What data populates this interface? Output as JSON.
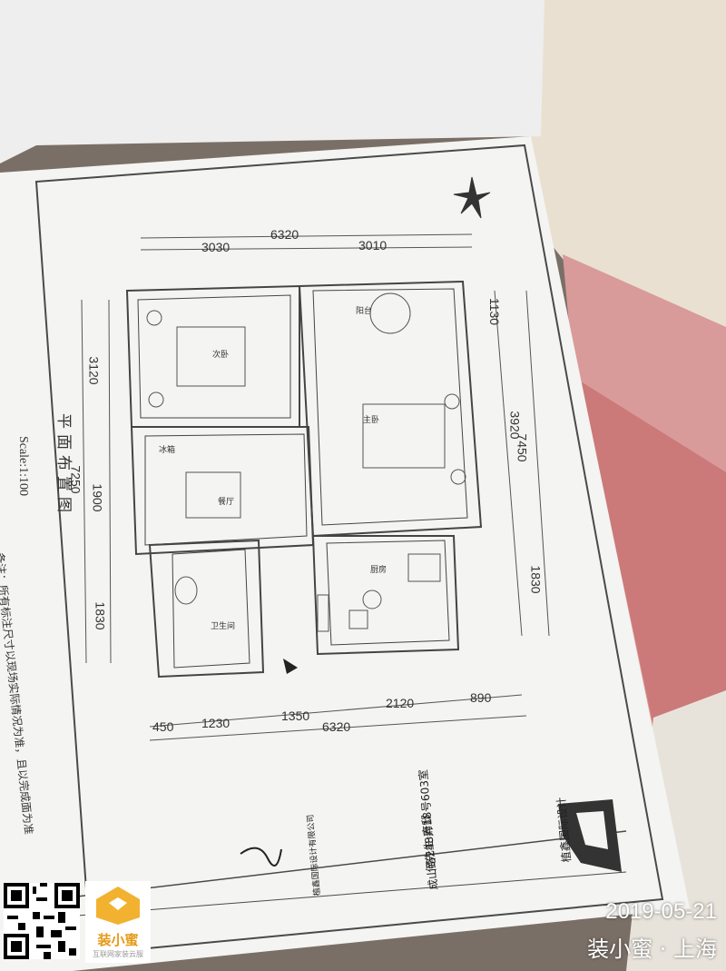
{
  "plan": {
    "title": "平面布置图",
    "scale": "Scale:1:100",
    "note": "备注：所有标注尺寸以现场实际情况为准，且以完成面为准",
    "top_dims": {
      "total": "6320",
      "left": "3030",
      "right": "3010"
    },
    "bottom_dims": {
      "a": "450",
      "b": "1230",
      "c": "1350",
      "d": "2120",
      "e": "890",
      "total": "6320"
    },
    "left_dims": {
      "total": "7250",
      "a": "3120",
      "b": "1900",
      "c": "1830"
    },
    "right_dims": {
      "total": "7450",
      "a": "1130",
      "b": "3920",
      "c": "1830"
    },
    "rooms": {
      "second_bedroom": "次卧",
      "master_bedroom": "主卧",
      "dining": "餐厅",
      "kitchen": "厨房",
      "bathroom": "卫生间",
      "fridge": "冰箱",
      "balcony": "阳台"
    },
    "title_block": {
      "company": "植鑫国际设计",
      "project": "成山路248弄18号603室",
      "client": "何先生·府邸",
      "designer_line": "植鑫国际设计有限公司"
    }
  },
  "overlay": {
    "date": "2019-05-21",
    "location": "装小蜜 · 上海",
    "brand": "装小蜜",
    "brand_tag": "互联网家装云服"
  },
  "colors": {
    "paper": "#f4f4f2",
    "line": "#4a4a4a",
    "stamp": "#ffffff",
    "brand": "#f2b230"
  }
}
